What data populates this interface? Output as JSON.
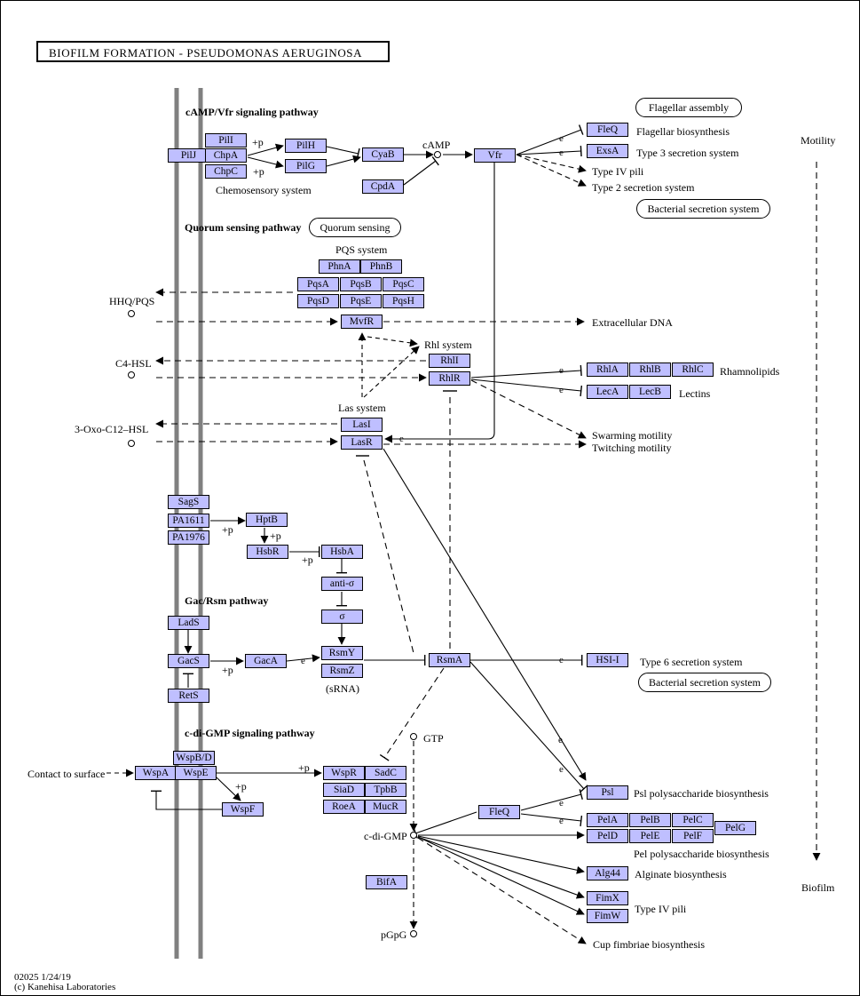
{
  "title": "BIOFILM FORMATION - PSEUDOMONAS AERUGINOSA",
  "sections": {
    "camp": "cAMP/Vfr signaling pathway",
    "quorum": "Quorum sensing pathway",
    "gacrsm": "Gac/Rsm pathway",
    "cdigmp": "c-di-GMP signaling pathway"
  },
  "maps": {
    "flagellar_assembly": "Flagellar assembly",
    "bacterial_secretion_1": "Bacterial secretion system",
    "quorum_sensing": "Quorum sensing",
    "bacterial_secretion_2": "Bacterial secretion system"
  },
  "genes": {
    "pilI": "PilI",
    "pilJ": "PilJ",
    "chpA": "ChpA",
    "chpC": "ChpC",
    "pilH": "PilH",
    "pilG": "PilG",
    "cyaB": "CyaB",
    "cpdA": "CpdA",
    "vfr": "Vfr",
    "fleQ_top": "FleQ",
    "exsA": "ExsA",
    "phnA": "PhnA",
    "phnB": "PhnB",
    "pqsA": "PqsA",
    "pqsB": "PqsB",
    "pqsC": "PqsC",
    "pqsD": "PqsD",
    "pqsE": "PqsE",
    "pqsH": "PqsH",
    "mvfR": "MvfR",
    "rhlI": "RhlI",
    "rhlR": "RhlR",
    "rhlA": "RhlA",
    "rhlB": "RhlB",
    "rhlC": "RhlC",
    "lecA": "LecA",
    "lecB": "LecB",
    "lasI": "LasI",
    "lasR": "LasR",
    "sagS": "SagS",
    "pa1611": "PA1611",
    "pa1976": "PA1976",
    "hptB": "HptB",
    "hsbR": "HsbR",
    "hsbA": "HsbA",
    "antiSigma": "anti-σ",
    "sigma": "σ",
    "ladS": "LadS",
    "gacS": "GacS",
    "retS": "RetS",
    "gacA": "GacA",
    "rsmY": "RsmY",
    "rsmZ": "RsmZ",
    "rsmA": "RsmA",
    "hsiI": "HSI-I",
    "wspBD": "WspB/D",
    "wspA": "WspA",
    "wspE": "WspE",
    "wspF": "WspF",
    "wspR": "WspR",
    "sadC": "SadC",
    "siaD": "SiaD",
    "tpbB": "TpbB",
    "roeA": "RoeA",
    "mucR": "MucR",
    "fleQ_bottom": "FleQ",
    "bifA": "BifA",
    "psl": "Psl",
    "pelA": "PelA",
    "pelB": "PelB",
    "pelC": "PelC",
    "pelD": "PelD",
    "pelE": "PelE",
    "pelF": "PelF",
    "pelG": "PelG",
    "alg44": "Alg44",
    "fimX": "FimX",
    "fimW": "FimW"
  },
  "labels": {
    "camp": "cAMP",
    "chemosensory": "Chemosensory system",
    "pqs_system": "PQS system",
    "hhq_pqs": "HHQ/PQS",
    "c4hsl": "C4-HSL",
    "oxo_hsl": "3-Oxo-C12–HSL",
    "rhl_system": "Rhl system",
    "las_system": "Las system",
    "srna": "(sRNA)",
    "gtp": "GTP",
    "cdigmp": "c-di-GMP",
    "pgpg": "pGpG",
    "contact": "Contact to surface",
    "flagellar_bio": "Flagellar biosynthesis",
    "t3ss": "Type 3 secretion system",
    "type4_top": "Type IV pili",
    "t2ss": "Type 2 secretion system",
    "edna": "Extracellular DNA",
    "rhamnolipids": "Rhamnolipids",
    "lectins": "Lectins",
    "swarming": "Swarming motility",
    "twitching": "Twitching motility",
    "t6ss": "Type 6 secretion system",
    "psl_bio": "Psl polysaccharide biosynthesis",
    "pel_bio": "Pel polysaccharide biosynthesis",
    "alginate": "Alginate biosynthesis",
    "type4_bottom": "Type IV pili",
    "cup": "Cup fimbriae biosynthesis",
    "motility": "Motility",
    "biofilm": "Biofilm",
    "p": "+p",
    "e": "e"
  },
  "footer": {
    "code": "02025 1/24/19",
    "copyright": "(c) Kanehisa Laboratories"
  },
  "colors": {
    "gene_fill": "#bfbfff",
    "membrane": "#808080",
    "line": "#000000"
  }
}
